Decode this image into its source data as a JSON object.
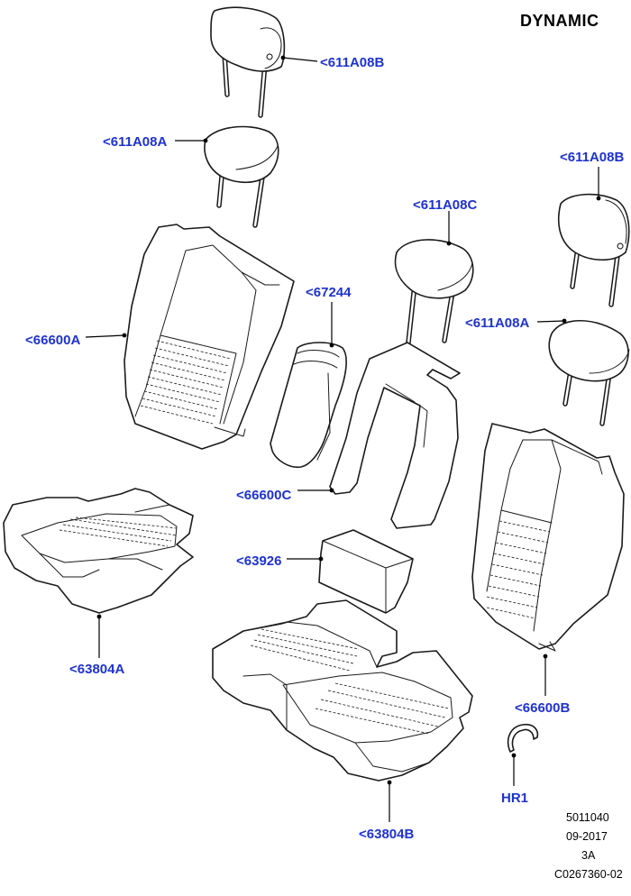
{
  "header": {
    "variant": "DYNAMIC"
  },
  "callouts": {
    "headrest_front_left": "<611A08B",
    "headrest_front_left_lower": "<611A08A",
    "headrest_center": "<611A08C",
    "headrest_right_upper": "<611A08B",
    "headrest_right_lower": "<611A08A",
    "armrest": "<67244",
    "backrest_left": "<66600A",
    "backrest_center": "<66600C",
    "backrest_right": "<66600B",
    "armrest_box": "<63926",
    "cushion_left": "<63804A",
    "cushion_right": "<63804B",
    "hook": "HR1"
  },
  "footer": {
    "code": "5011040",
    "date": "09-2017",
    "rev": "3A",
    "ref": "C0267360-02"
  },
  "colors": {
    "callout": "#1f33cc",
    "line": "#1a1a1a"
  }
}
